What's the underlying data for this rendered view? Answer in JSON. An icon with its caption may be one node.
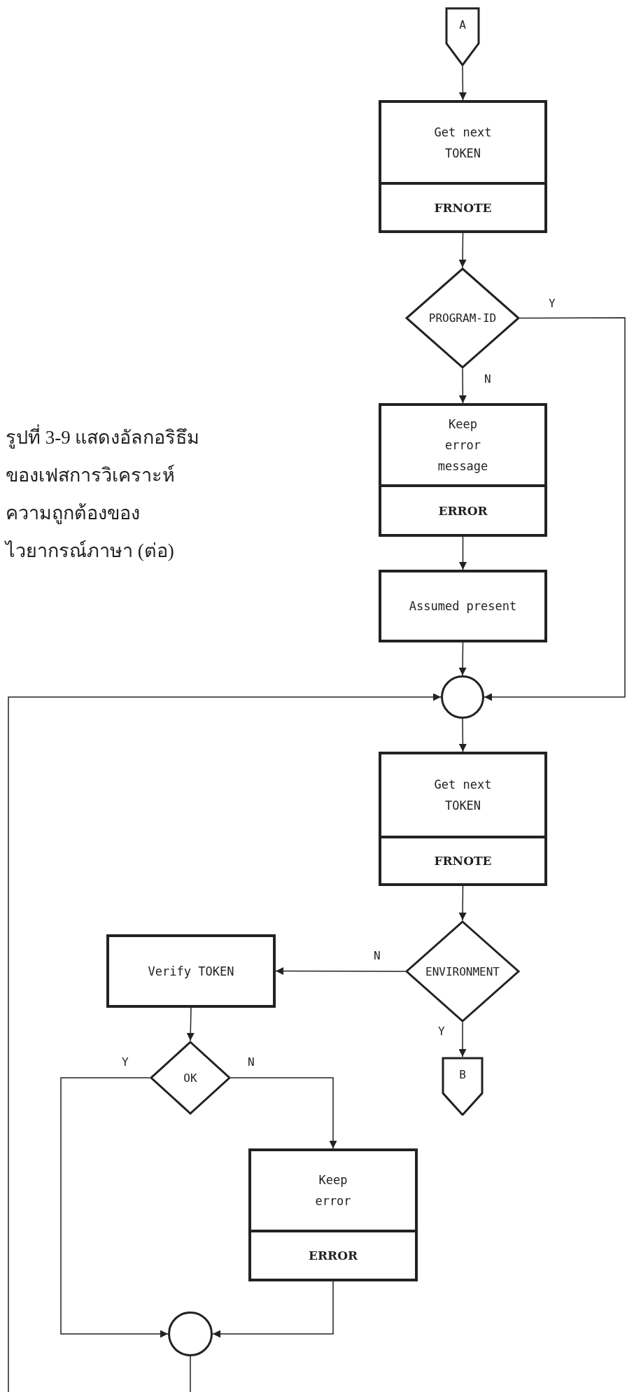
{
  "diagram": {
    "caption": "รูปที่ 3-9 แสดงอัลกอริธึมของเฟสการวิเคราะห์ความถูกต้องของไวยากรณ์ภาษา (ต่อ)",
    "nodes": [
      {
        "text": [
          "A"
        ]
      },
      {
        "text": [
          "Get next TOKEN",
          "FRNOTE"
        ]
      },
      {
        "text": [
          "PROGRAM-ID"
        ]
      },
      {
        "text": [
          "Keep error message",
          "ERROR"
        ]
      },
      {
        "text": [
          "Assumed present"
        ]
      },
      {
        "text": [],
        "shape": "circle"
      },
      {
        "text": [
          "Get next TOKEN",
          "FRNOTE"
        ]
      },
      {
        "text": [
          "ENVIRONMENT"
        ]
      },
      {
        "text": [
          "Verify TOKEN"
        ]
      },
      {
        "text": [
          "B"
        ]
      },
      {
        "text": [
          "OK"
        ]
      },
      {
        "text": [
          "Keep error",
          "ERROR"
        ]
      },
      {
        "text": [],
        "shape": "circle"
      }
    ],
    "edges": [
      {
        "from": 0,
        "to": 1,
        "arrow": "to"
      },
      {
        "from": 1,
        "to": 2,
        "arrow": "to"
      },
      {
        "from": 2,
        "to": 3,
        "arrow": "to",
        "label": "N"
      },
      {
        "from": 2,
        "to": 5,
        "arrow": "to",
        "label": "Y"
      },
      {
        "from": 3,
        "to": 4,
        "arrow": "to"
      },
      {
        "from": 4,
        "to": 5,
        "arrow": "to"
      },
      {
        "from": 5,
        "to": 6,
        "arrow": "to"
      },
      {
        "from": 6,
        "to": 7,
        "arrow": "to"
      },
      {
        "from": 7,
        "to": 8,
        "arrow": "to",
        "label": "N"
      },
      {
        "from": 7,
        "to": 9,
        "arrow": "to",
        "label": "Y"
      },
      {
        "from": 8,
        "to": 10,
        "arrow": "to"
      },
      {
        "from": 10,
        "to": 12,
        "arrow": "to",
        "label": "Y"
      },
      {
        "from": 10,
        "to": 11,
        "arrow": "to",
        "label": "N"
      },
      {
        "from": 11,
        "to": 12,
        "arrow": "to"
      },
      {
        "from": 12,
        "to": null,
        "arrow": "none"
      },
      {
        "from": null,
        "to": 5,
        "arrow": "to"
      }
    ]
  }
}
